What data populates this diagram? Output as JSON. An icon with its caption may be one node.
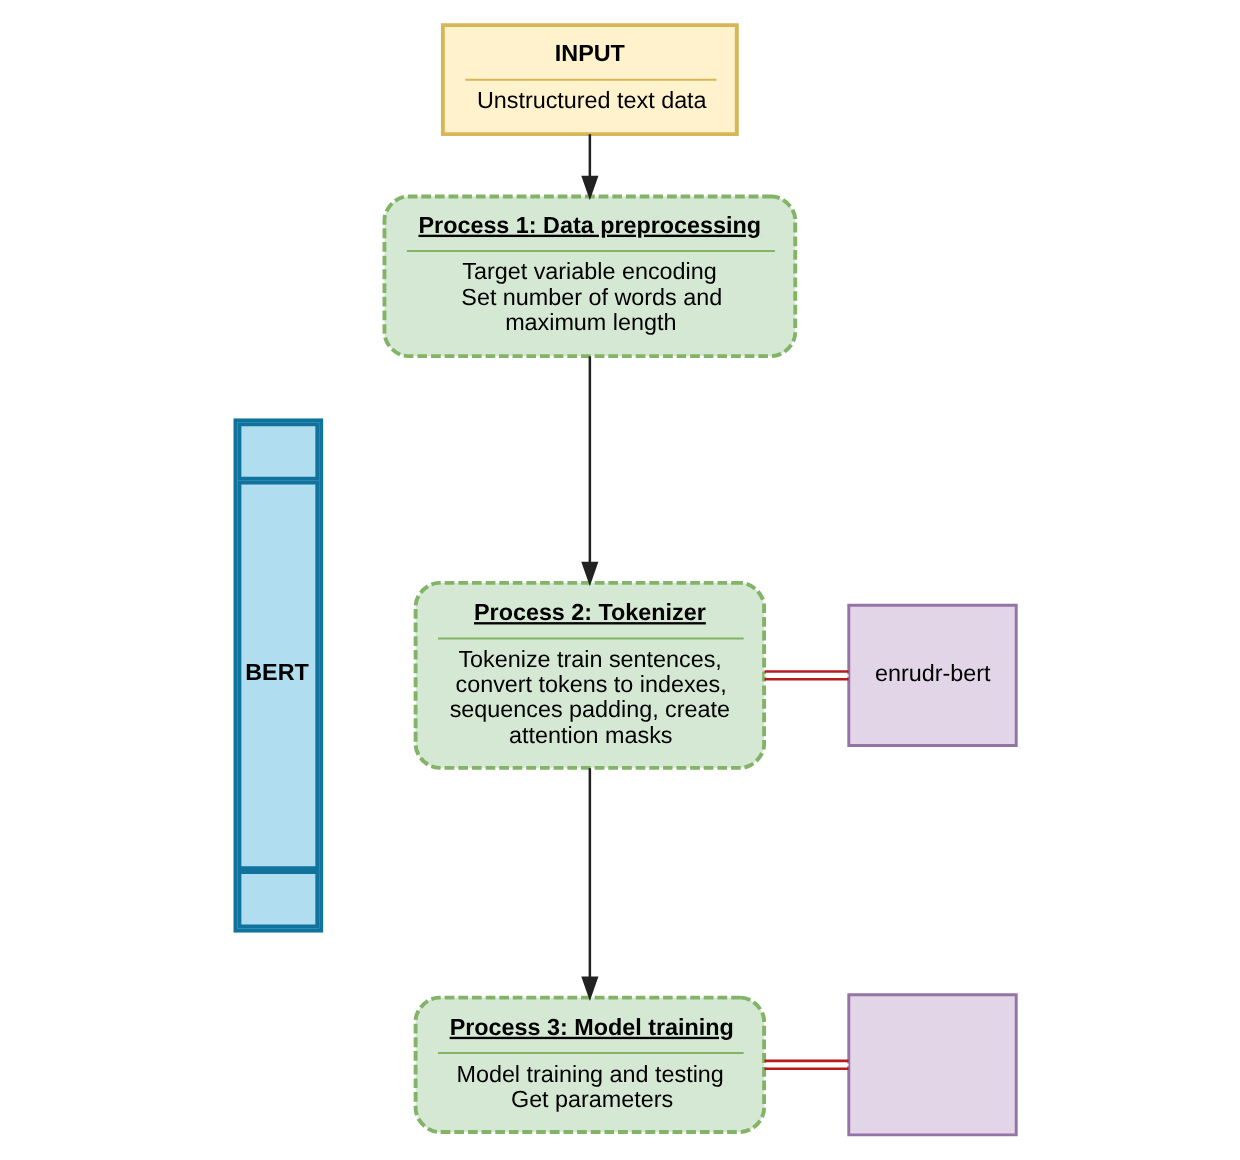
{
  "diagram": {
    "nodes": [
      {
        "text": [
          "INPUT",
          "Unstructured text data"
        ]
      },
      {
        "text": [
          "Process 1: Data preprocessing",
          "Target variable encoding Set number of words and maximum length"
        ]
      },
      {
        "text": [
          "Process 2: Tokenizer",
          "Tokenize train sentences, convert tokens to indexes, sequences padding, create attention masks"
        ]
      },
      {
        "text": [
          "Process 3: Model training",
          "Model training and testing Get parameters"
        ]
      },
      {
        "text": [
          "BERT"
        ]
      },
      {
        "text": [
          "enrudr-bert"
        ]
      },
      {
        "text": [],
        "shape": "box"
      }
    ],
    "edges": [
      {
        "from": 0,
        "to": 1,
        "arrow": "to"
      },
      {
        "from": 1,
        "to": 2,
        "arrow": "to"
      },
      {
        "from": 2,
        "to": 3,
        "arrow": "to"
      },
      {
        "from": 2,
        "to": 5,
        "arrow": "none",
        "color": "#b71c1c"
      },
      {
        "from": 3,
        "to": 6,
        "arrow": "none",
        "color": "#b71c1c"
      }
    ]
  }
}
